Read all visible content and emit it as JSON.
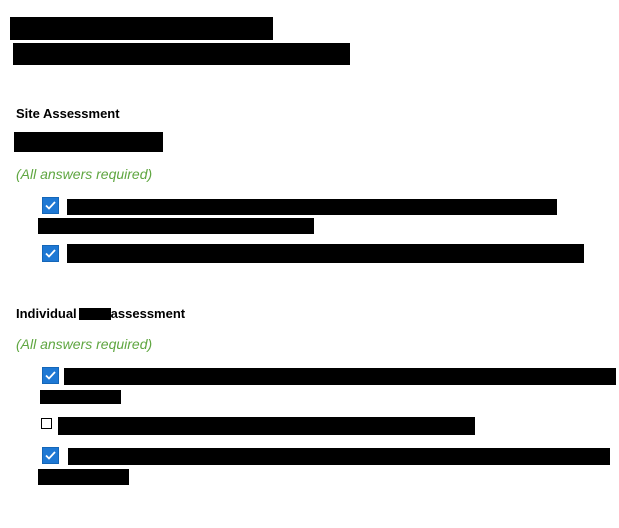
{
  "colors": {
    "note": "#5fa640",
    "checkbox_checked": "#1e78d4",
    "redaction": "#000000"
  },
  "site_assessment": {
    "heading": "Site Assessment",
    "note": "(All answers required)",
    "items": [
      {
        "checked": true
      },
      {
        "checked": true
      }
    ]
  },
  "individual_assessment": {
    "heading_prefix": "Individual",
    "heading_suffix": "assessment",
    "note": "(All answers required)",
    "items": [
      {
        "checked": true
      },
      {
        "checked": false
      },
      {
        "checked": true
      }
    ]
  }
}
